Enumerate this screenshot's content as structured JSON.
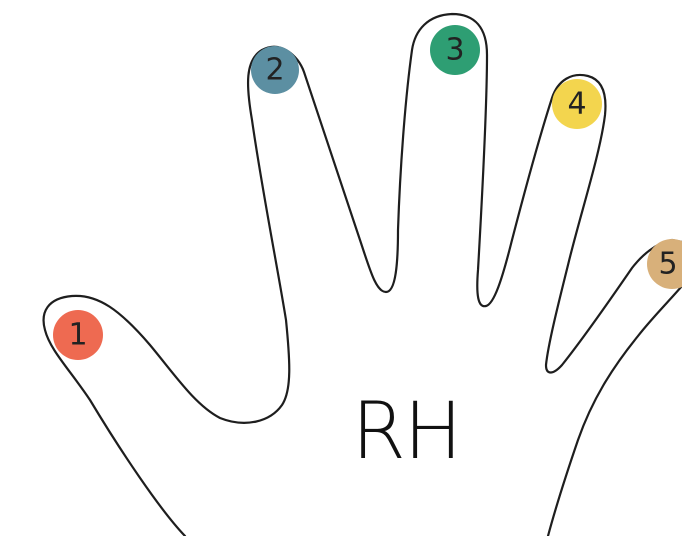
{
  "hand_label": "RH",
  "fingers": [
    {
      "number": "1",
      "color": "#ee6a51"
    },
    {
      "number": "2",
      "color": "#5c8fa2"
    },
    {
      "number": "3",
      "color": "#2e9e73"
    },
    {
      "number": "4",
      "color": "#f3d54e"
    },
    {
      "number": "5",
      "color": "#d8b07a"
    }
  ]
}
